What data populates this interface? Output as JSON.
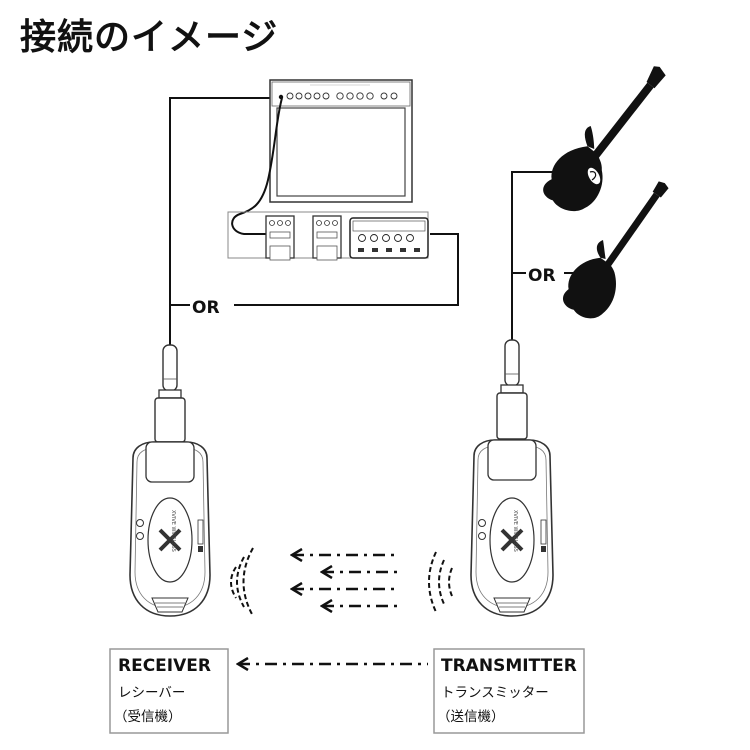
{
  "title": "接続のイメージ",
  "or_label_left": "OR",
  "or_label_right": "OR",
  "receiver": {
    "title": "RECEIVER",
    "subtitle_1": "レシーバー",
    "subtitle_2": "（受信機）"
  },
  "transmitter": {
    "title": "TRANSMITTER",
    "subtitle_1": "トランスミッター",
    "subtitle_2": "（送信機）"
  },
  "icons": [
    "amplifier-icon",
    "effect-pedal-icon",
    "multi-effect-icon",
    "electric-guitar-icon",
    "electric-bass-icon",
    "wireless-receiver-icon",
    "wireless-transmitter-icon",
    "signal-wave-icon",
    "dash-arrow-icon"
  ]
}
